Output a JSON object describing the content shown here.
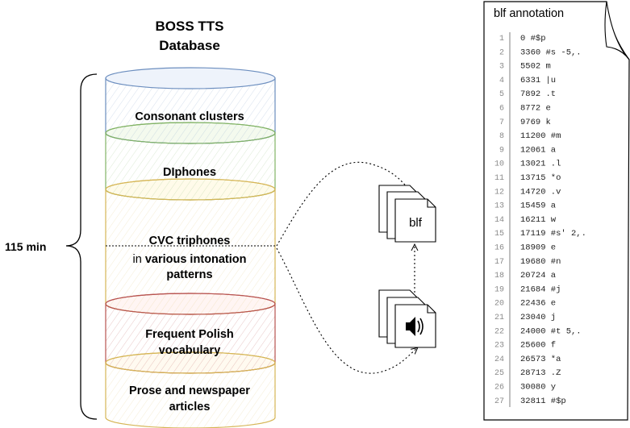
{
  "database": {
    "title_line1": "BOSS TTS",
    "title_line2": "Database",
    "duration": "115 min",
    "segments": [
      {
        "lines": [
          "Consonant clusters"
        ],
        "color": "#6c8ebf"
      },
      {
        "lines": [
          "DIphones"
        ],
        "color": "#82b366"
      },
      {
        "lines": [
          "CVC triphones",
          "in various intonation",
          "patterns"
        ],
        "color": "#d6b656"
      },
      {
        "lines": [
          "Frequent Polish",
          "vocabulary"
        ],
        "color": "#b85450"
      },
      {
        "lines": [
          "Prose and newspaper",
          "articles"
        ],
        "color": "#d6b656"
      }
    ],
    "segment3_prefix": "in",
    "segment3_emph": "various intonation"
  },
  "files": {
    "blf_label": "blf",
    "audio_icon": "speaker-icon"
  },
  "annotation": {
    "title": "blf annotation",
    "lines": [
      {
        "n": "1",
        "text": "0 #$p"
      },
      {
        "n": "2",
        "text": "3360 #s -5,."
      },
      {
        "n": "3",
        "text": "5502 m"
      },
      {
        "n": "4",
        "text": "6331 |u"
      },
      {
        "n": "5",
        "text": "7892 .t"
      },
      {
        "n": "6",
        "text": "8772 e"
      },
      {
        "n": "7",
        "text": "9769 k"
      },
      {
        "n": "8",
        "text": "11200 #m"
      },
      {
        "n": "9",
        "text": "12061 a"
      },
      {
        "n": "10",
        "text": "13021 .l"
      },
      {
        "n": "11",
        "text": "13715 *o"
      },
      {
        "n": "12",
        "text": "14720 .v"
      },
      {
        "n": "13",
        "text": "15459 a"
      },
      {
        "n": "14",
        "text": "16211 w"
      },
      {
        "n": "15",
        "text": "17119 #s' 2,."
      },
      {
        "n": "16",
        "text": "18909 e"
      },
      {
        "n": "17",
        "text": "19680 #n"
      },
      {
        "n": "18",
        "text": "20724 a"
      },
      {
        "n": "19",
        "text": "21684 #j"
      },
      {
        "n": "20",
        "text": "22436 e"
      },
      {
        "n": "21",
        "text": "23040 j"
      },
      {
        "n": "22",
        "text": "24000 #t 5,."
      },
      {
        "n": "23",
        "text": "25600 f"
      },
      {
        "n": "24",
        "text": "26573 *a"
      },
      {
        "n": "25",
        "text": "28713 .Z"
      },
      {
        "n": "26",
        "text": "30080 y"
      },
      {
        "n": "27",
        "text": "32811 #$p"
      }
    ]
  }
}
